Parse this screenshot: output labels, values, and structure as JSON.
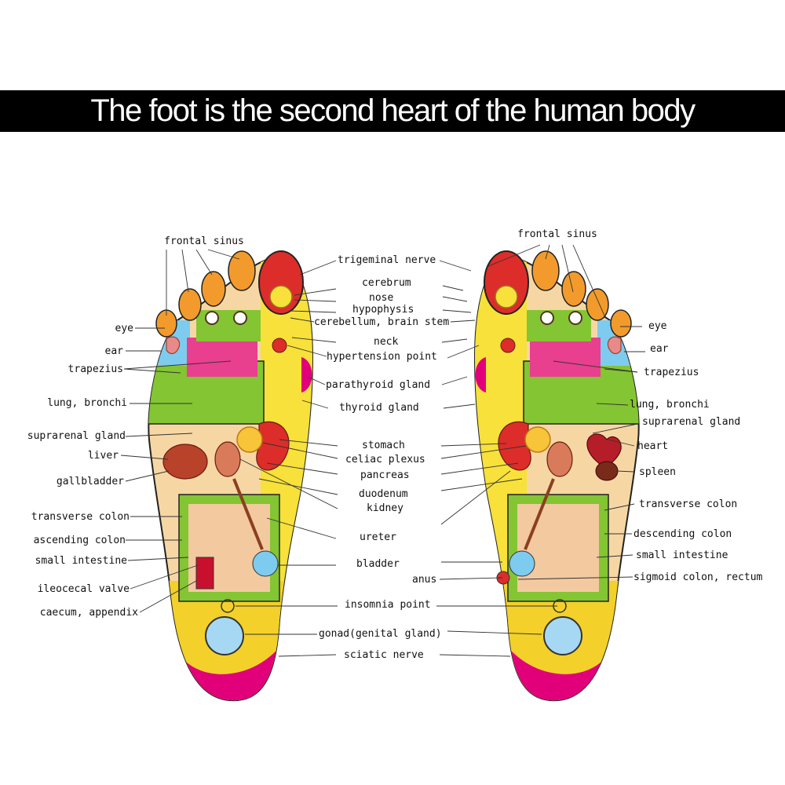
{
  "title": "The foot is the second heart of the human body",
  "colors": {
    "banner": "#000000",
    "skin": "#f6d7a4",
    "yellow": "#f7e13a",
    "green": "#83c532",
    "red": "#dc2d2a",
    "blue": "#7ecbf0",
    "pink": "#e83f8f",
    "orange": "#f29b2c",
    "magenta": "#e2007a"
  },
  "left_labels": [
    "frontal sinus",
    "eye",
    "ear",
    "trapezius",
    "lung, bronchi",
    "suprarenal gland",
    "liver",
    "gallbladder",
    "transverse colon",
    "ascending colon",
    "small intestine",
    "ileocecal valve",
    "caecum, appendix"
  ],
  "center_labels": [
    "trigeminal nerve",
    "cerebrum",
    "nose",
    "hypophysis",
    "cerebellum, brain stem",
    "neck",
    "hypertension point",
    "parathyroid gland",
    "thyroid gland",
    "stomach",
    "celiac plexus",
    "pancreas",
    "duodenum",
    "kidney",
    "ureter",
    "bladder",
    "anus",
    "insomnia point",
    "gonad(genital gland)",
    "sciatic nerve"
  ],
  "right_labels": [
    "frontal sinus",
    "eye",
    "ear",
    "trapezius",
    "lung, bronchi",
    "suprarenal gland",
    "heart",
    "spleen",
    "transverse colon",
    "descending colon",
    "small intestine",
    "sigmoid colon, rectum"
  ]
}
